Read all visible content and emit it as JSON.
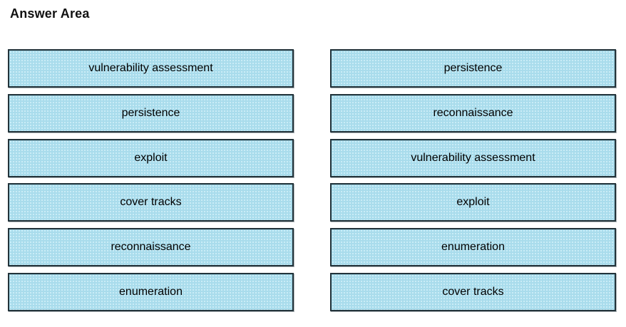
{
  "title": "Answer Area",
  "answer_area": {
    "left": {
      "items": [
        "vulnerability assessment",
        "persistence",
        "exploit",
        "cover tracks",
        "reconnaissance",
        "enumeration"
      ]
    },
    "right": {
      "items": [
        "persistence",
        "reconnaissance",
        "vulnerability assessment",
        "exploit",
        "enumeration",
        "cover tracks"
      ]
    }
  },
  "colors": {
    "box_fill": "#a9dcec",
    "box_dot_pattern": "#cdeef7",
    "box_border": "#22333a",
    "text": "#000000",
    "page_background": "#ffffff"
  }
}
